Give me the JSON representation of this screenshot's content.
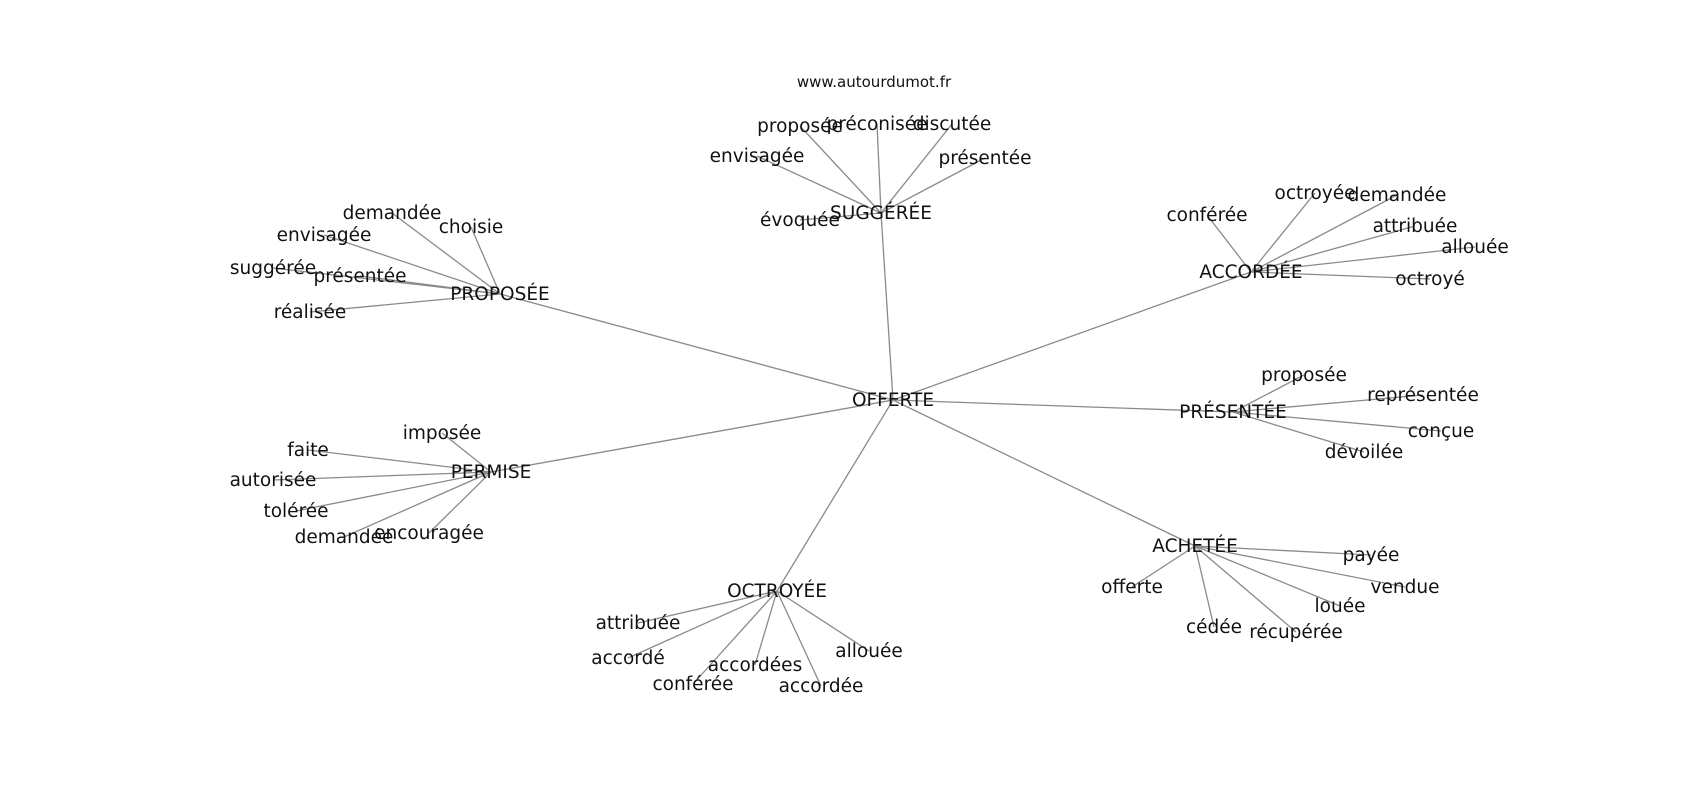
{
  "source_label": "www.autourdumot.fr",
  "graph": {
    "center": "OFFERTE",
    "hubs": [
      {
        "word": "SUGGÉRÉE",
        "leaves": [
          "proposée",
          "préconisée",
          "discutée",
          "envisagée",
          "présentée",
          "évoquée"
        ]
      },
      {
        "word": "PROPOSÉE",
        "leaves": [
          "demandée",
          "choisie",
          "envisagée",
          "suggérée",
          "présentée",
          "réalisée"
        ]
      },
      {
        "word": "ACCORDÉE",
        "leaves": [
          "conférée",
          "octroyée",
          "demandée",
          "attribuée",
          "allouée",
          "octroyé"
        ]
      },
      {
        "word": "PRÉSENTÉE",
        "leaves": [
          "proposée",
          "représentée",
          "conçue",
          "dévoilée"
        ]
      },
      {
        "word": "PERMISE",
        "leaves": [
          "imposée",
          "faite",
          "autorisée",
          "tolérée",
          "demandée",
          "encouragée"
        ]
      },
      {
        "word": "ACHETÉE",
        "leaves": [
          "payée",
          "vendue",
          "offerte",
          "louée",
          "cédée",
          "récupérée"
        ]
      },
      {
        "word": "OCTROYÉE",
        "leaves": [
          "attribuée",
          "accordé",
          "accordées",
          "allouée",
          "conférée",
          "accordée"
        ]
      }
    ]
  }
}
